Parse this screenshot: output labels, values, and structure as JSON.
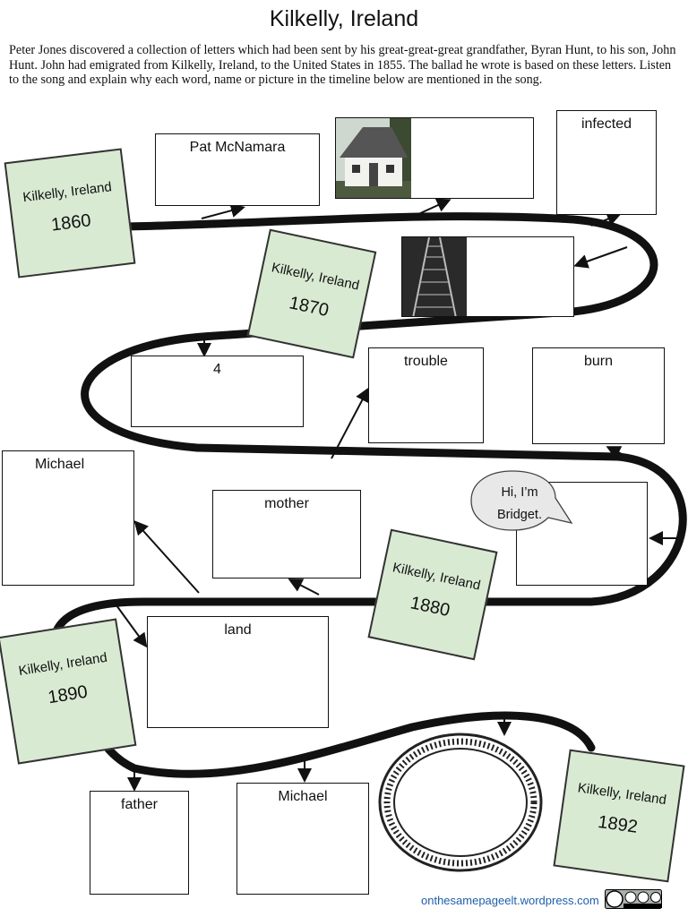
{
  "title": "Kilkelly, Ireland",
  "intro": "Peter Jones discovered a collection of letters which had been sent by his great-great-great grandfather, Byran Hunt, to his son, John Hunt. John had emigrated from Kilkelly, Ireland, to the United States in 1855. The ballad he wrote is based on these letters. Listen to the song and explain why each word, name or picture in the timeline below are mentioned in the song.",
  "date_cards": [
    {
      "place": "Kilkelly, Ireland",
      "year": "1860"
    },
    {
      "place": "Kilkelly, Ireland",
      "year": "1870"
    },
    {
      "place": "Kilkelly, Ireland",
      "year": "1880"
    },
    {
      "place": "Kilkelly, Ireland",
      "year": "1890"
    },
    {
      "place": "Kilkelly, Ireland",
      "year": "1892"
    }
  ],
  "word_boxes": {
    "pat": "Pat McNamara",
    "infected": "infected",
    "four": "4",
    "trouble": "trouble",
    "burn": "burn",
    "michael_top": "Michael",
    "mother": "mother",
    "land": "land",
    "father": "father",
    "michael_bottom": "Michael"
  },
  "speech": {
    "line1": "Hi, I’m",
    "line2": "Bridget."
  },
  "icons": {
    "cottage": "cottage-photo-icon",
    "railway": "railway-tracks-photo-icon",
    "ring": "ring-frame-icon",
    "license": "creative-commons-icon"
  },
  "footer": "onthesamepageelt.wordpress.com",
  "colors": {
    "card": "#d9ead3",
    "link": "#1f5fa8"
  }
}
